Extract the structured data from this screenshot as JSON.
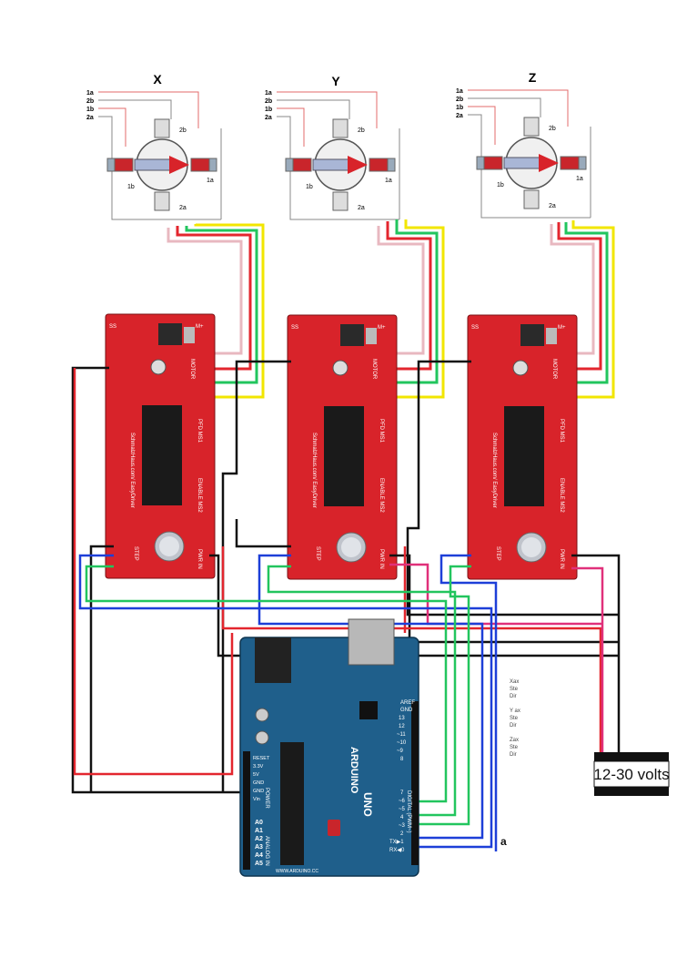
{
  "axes": [
    {
      "label": "X",
      "pins": [
        "1a",
        "2b",
        "1b",
        "2a"
      ],
      "coils": [
        "2b",
        "1b",
        "1a",
        "2a"
      ]
    },
    {
      "label": "Y",
      "pins": [
        "1a",
        "2b",
        "1b",
        "2a"
      ],
      "coils": [
        "2b",
        "1b",
        "1a",
        "2a"
      ]
    },
    {
      "label": "Z",
      "pins": [
        "1a",
        "2b",
        "1b",
        "2a"
      ],
      "coils": [
        "2b",
        "1b",
        "1a",
        "2a"
      ]
    }
  ],
  "driver": {
    "motor_label": "MOTOR",
    "pfd_label": "PFD MS1",
    "enable_label": "ENABLE MS2",
    "step_label": "STEP",
    "pwr_label": "PWR IN",
    "brand_label": "SchmalzHaus.com/ EasyDriver",
    "m_plus": "M+",
    "ss": "SS"
  },
  "arduino": {
    "brand": "ARDUINO",
    "model": "UNO",
    "digital_label": "DIGITAL (PWM~)",
    "power_label": "POWER",
    "analog_label": "ANALOG IN",
    "aref": "AREF",
    "gnd": "GND",
    "url": "WWW.ARDUINO.CC",
    "digital_pins": [
      "13",
      "12",
      "~11",
      "~10",
      "~9",
      "8",
      "7",
      "~6",
      "~5",
      "4",
      "~3",
      "2",
      "TX▶1",
      "RX◀0"
    ],
    "power_pins": [
      "RESET",
      "3.3V",
      "5V",
      "GND",
      "GND",
      "Vin"
    ],
    "analog_pins": [
      "A0",
      "A1",
      "A2",
      "A3",
      "A4",
      "A5"
    ]
  },
  "notes": [
    "Xax",
    "Ste",
    "Dir",
    "Y ax",
    "Ste",
    "Dir",
    "Zax",
    "Ste",
    "Dir"
  ],
  "power_supply": {
    "label": "12-30 volts"
  },
  "marker": "a",
  "colors": {
    "board_red": "#d8232a",
    "arduino_blue": "#1f5f8b",
    "wire_red": "#e3262e",
    "wire_green": "#22c55e",
    "wire_yellow": "#f2e600",
    "wire_pink": "#e8b8c0",
    "wire_blue": "#1d3fd8",
    "wire_magenta": "#e0307a",
    "wire_black": "#111111"
  }
}
